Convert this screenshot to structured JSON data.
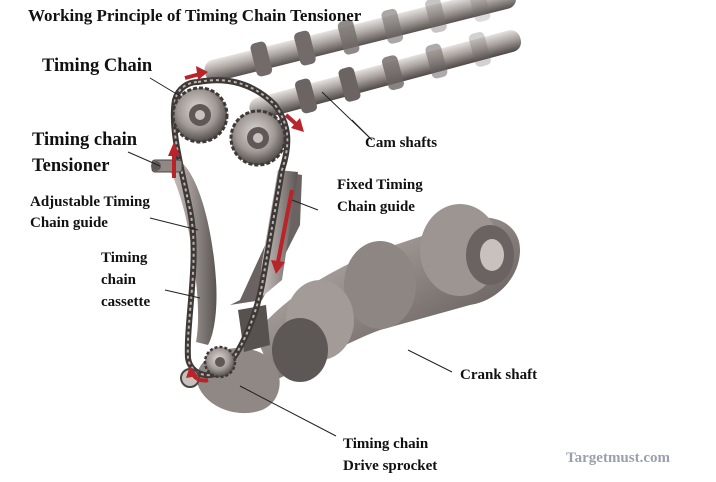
{
  "title": "Working Principle of Timing Chain Tensioner",
  "labels": {
    "timing_chain": "Timing Chain",
    "tensioner_line1": "Timing chain",
    "tensioner_line2": "Tensioner",
    "adjustable_guide_line1": "Adjustable Timing",
    "adjustable_guide_line2": "Chain guide",
    "cassette_line1": "Timing",
    "cassette_line2": "chain",
    "cassette_line3": "cassette",
    "cam_shafts": "Cam shafts",
    "fixed_guide_line1": "Fixed Timing",
    "fixed_guide_line2": "Chain guide",
    "crank_shaft": "Crank shaft",
    "drive_sprocket_line1": "Timing chain",
    "drive_sprocket_line2": "Drive sprocket"
  },
  "watermark": "Targetmust.com",
  "colors": {
    "metal_dark": "#5a5452",
    "metal_mid": "#8f8885",
    "metal_light": "#c9c3c0",
    "arrow_red": "#b8242a",
    "leader": "#222222"
  }
}
